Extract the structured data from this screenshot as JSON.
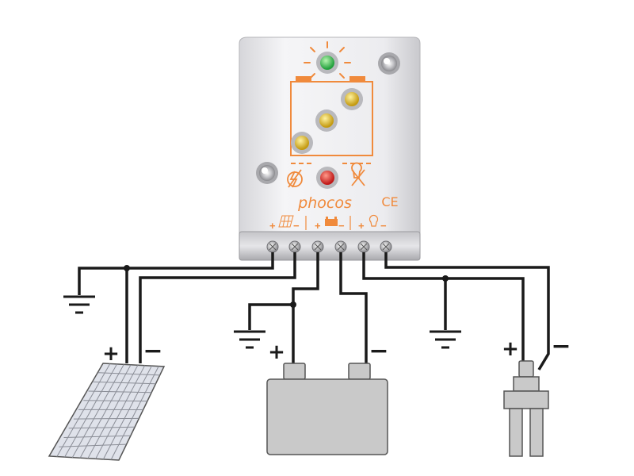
{
  "controller": {
    "brand": "phocos",
    "certification": "CE",
    "terminal_groups": [
      {
        "name": "solar",
        "plus": "+",
        "minus": "−"
      },
      {
        "name": "battery",
        "plus": "+",
        "minus": "−"
      },
      {
        "name": "load",
        "plus": "+",
        "minus": "−"
      }
    ],
    "indicators": {
      "charging": "#2fb34a",
      "battery_full": "#d9b21c",
      "battery_mid": "#d9b21c",
      "battery_low": "#d9b21c",
      "load_disconnect": "#d42020"
    },
    "accent_color": "#f08a3c",
    "icons": [
      "sun-icon",
      "battery-icon",
      "lamp-icon",
      "no-charge-icon",
      "load-off-icon",
      "solar-panel-icon"
    ]
  },
  "components": {
    "solar_panel": {
      "plus": "+",
      "minus": "−"
    },
    "battery": {
      "plus": "+",
      "minus": "−"
    },
    "load": {
      "plus": "+",
      "minus": "−"
    }
  },
  "colors": {
    "wire": "#1a1a1a",
    "battery_body": "#c9c9c9",
    "panel_fill": "#dfe2ea",
    "housing": "#ececee"
  }
}
